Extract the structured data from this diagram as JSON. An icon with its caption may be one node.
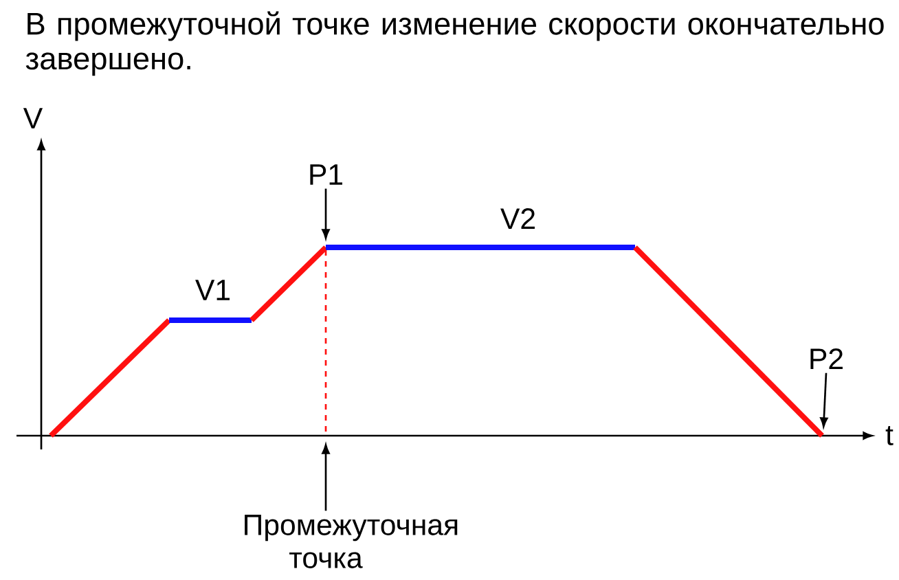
{
  "diagram": {
    "title": "В промежуточной точке изменение скорости окончательно завершено.",
    "nodes": [
      {
        "text": [
          "P1"
        ]
      },
      {
        "text": [
          "P2"
        ]
      },
      {
        "text": [
          "Промежуточная точка"
        ]
      }
    ],
    "edges": [
      {
        "from": 0,
        "to": null,
        "arrow": "to"
      },
      {
        "from": 1,
        "to": null,
        "arrow": "to"
      },
      {
        "from": 2,
        "to": null,
        "arrow": "to"
      }
    ],
    "labels": [
      "V",
      "V1",
      "V2",
      "t"
    ]
  }
}
